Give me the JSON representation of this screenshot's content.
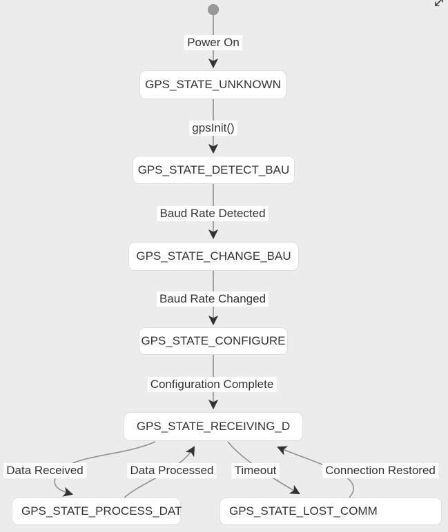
{
  "colors": {
    "background": "#ececec",
    "node_fill": "#ffffff",
    "node_border": "#dedede",
    "node_text": "#333333",
    "edge_line": "#909090",
    "arrowhead": "#333333",
    "initial_dot": "#999999",
    "label_background": "#ffffff"
  },
  "controls": {
    "expand_icon": "expand-diagram"
  },
  "diagram": {
    "type": "state-machine",
    "initial_marker": "start-dot",
    "states": [
      {
        "id": "GPS_STATE_UNKNOWN",
        "label": "GPS_STATE_UNKNOWN"
      },
      {
        "id": "GPS_STATE_DETECT_BAU",
        "label": "GPS_STATE_DETECT_BAU"
      },
      {
        "id": "GPS_STATE_CHANGE_BAU",
        "label": "GPS_STATE_CHANGE_BAU"
      },
      {
        "id": "GPS_STATE_CONFIGURE",
        "label": "GPS_STATE_CONFIGURE"
      },
      {
        "id": "GPS_STATE_RECEIVING_D",
        "label": "GPS_STATE_RECEIVING_D"
      },
      {
        "id": "GPS_STATE_PROCESS_DAT",
        "label": "GPS_STATE_PROCESS_DAT"
      },
      {
        "id": "GPS_STATE_LOST_COMM",
        "label": "GPS_STATE_LOST_COMM"
      }
    ],
    "transitions": [
      {
        "from": "[*]",
        "to": "GPS_STATE_UNKNOWN",
        "label": "Power On"
      },
      {
        "from": "GPS_STATE_UNKNOWN",
        "to": "GPS_STATE_DETECT_BAU",
        "label": "gpsInit()"
      },
      {
        "from": "GPS_STATE_DETECT_BAU",
        "to": "GPS_STATE_CHANGE_BAU",
        "label": "Baud Rate Detected"
      },
      {
        "from": "GPS_STATE_CHANGE_BAU",
        "to": "GPS_STATE_CONFIGURE",
        "label": "Baud Rate Changed"
      },
      {
        "from": "GPS_STATE_CONFIGURE",
        "to": "GPS_STATE_RECEIVING_D",
        "label": "Configuration Complete"
      },
      {
        "from": "GPS_STATE_RECEIVING_D",
        "to": "GPS_STATE_PROCESS_DAT",
        "label": "Data Received"
      },
      {
        "from": "GPS_STATE_PROCESS_DAT",
        "to": "GPS_STATE_RECEIVING_D",
        "label": "Data Processed"
      },
      {
        "from": "GPS_STATE_RECEIVING_D",
        "to": "GPS_STATE_LOST_COMM",
        "label": "Timeout"
      },
      {
        "from": "GPS_STATE_LOST_COMM",
        "to": "GPS_STATE_RECEIVING_D",
        "label": "Connection Restored"
      }
    ]
  }
}
